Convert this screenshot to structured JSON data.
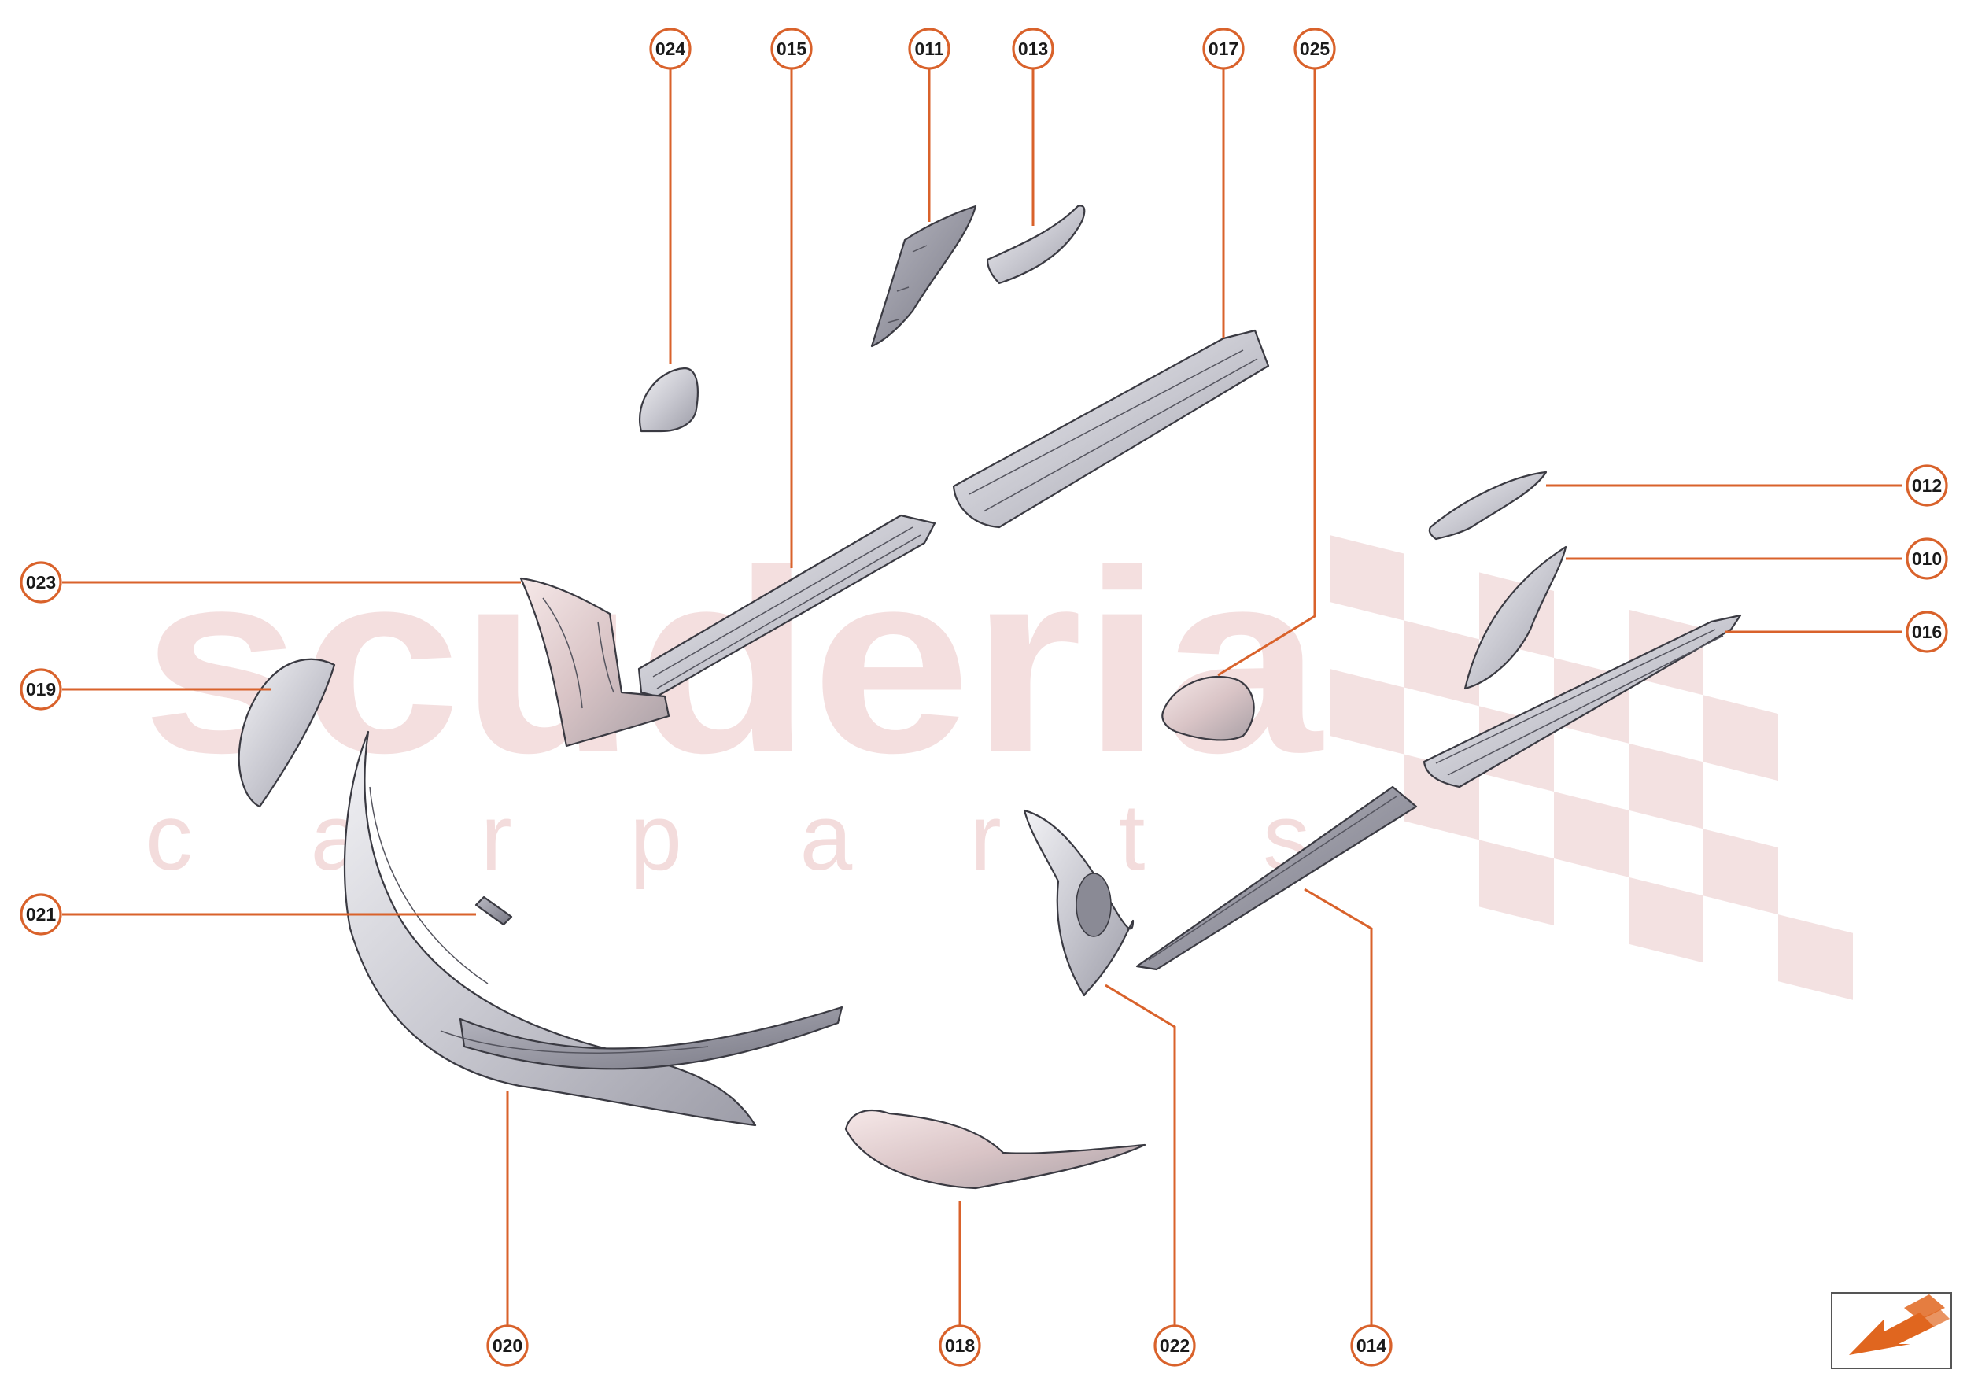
{
  "watermark": {
    "brand": "scuderia",
    "tagline": "c a r   p a r t s"
  },
  "colors": {
    "accent": "#d9622b",
    "part_fill": "#cfcfd6",
    "watermark": "#ecc5c5"
  },
  "callouts": {
    "c010": "010",
    "c011": "011",
    "c012": "012",
    "c013": "013",
    "c014": "014",
    "c015": "015",
    "c016": "016",
    "c017": "017",
    "c018": "018",
    "c019": "019",
    "c020": "020",
    "c021": "021",
    "c022": "022",
    "c023": "023",
    "c024": "024",
    "c025": "025"
  },
  "orientation_icon": "arrow-icon"
}
